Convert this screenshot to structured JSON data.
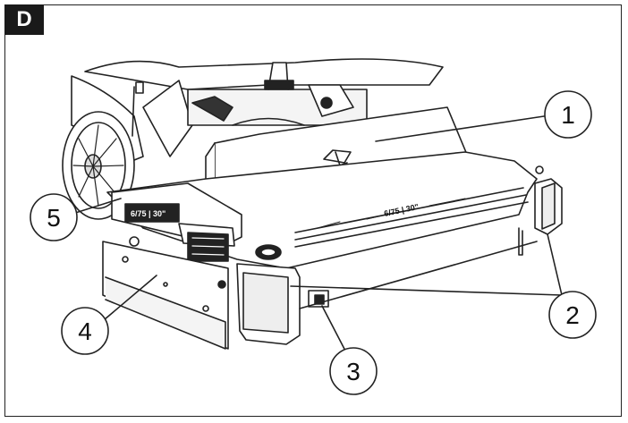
{
  "figure": {
    "panel_label": "D",
    "panel_label_color": "#1a1a1a",
    "line_color": "#222222",
    "callouts": [
      "1",
      "2",
      "3",
      "4",
      "5"
    ],
    "model_label_front": "6/75 | 30\"",
    "model_label_top": "6/75 | 30\""
  }
}
